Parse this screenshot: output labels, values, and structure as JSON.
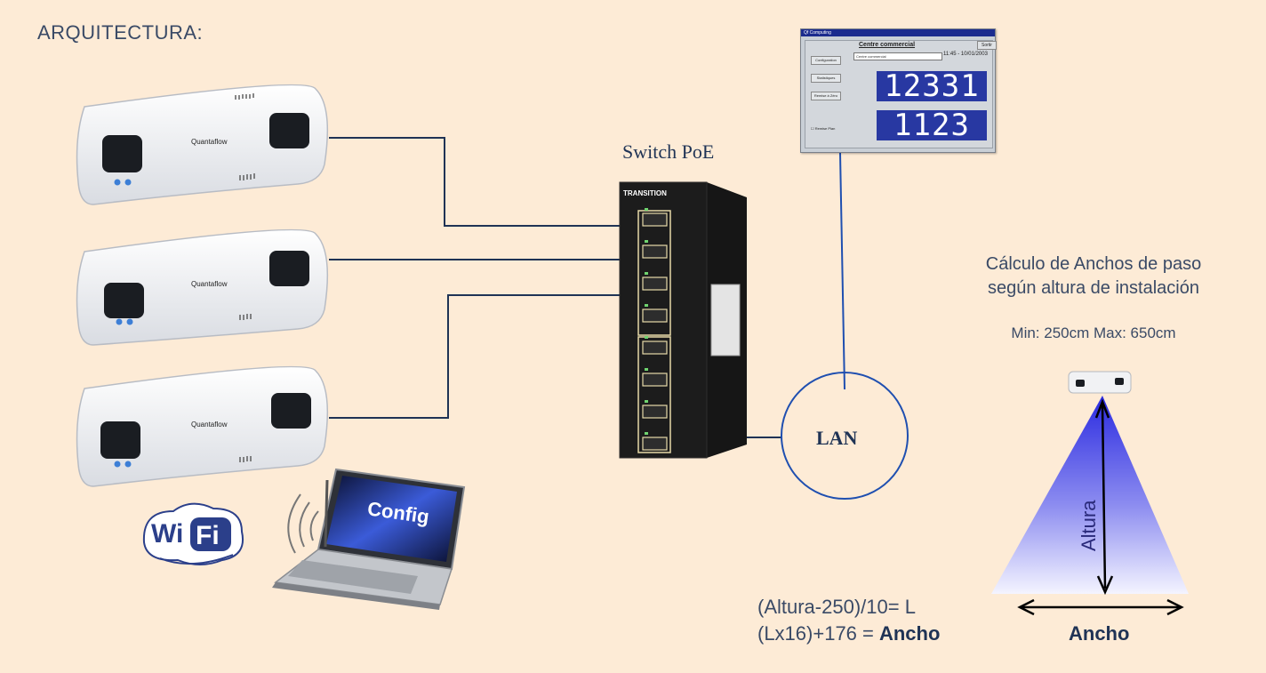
{
  "title": "ARQUITECTURA:",
  "switch": {
    "label": "Switch PoE",
    "brand": "TRANSITION",
    "port_count": 8
  },
  "lan": {
    "label": "LAN"
  },
  "sensors": [
    {
      "logo": "Quantaflow"
    },
    {
      "logo": "Quantaflow"
    },
    {
      "logo": "Quantaflow"
    }
  ],
  "wifi": {
    "left": "Wi",
    "right": "Fi"
  },
  "laptop": {
    "screen_text": "Config"
  },
  "monitor": {
    "window_title": "Qf Computing",
    "app_title": "Centre commercial",
    "exit_button": "Sortir",
    "buttons": [
      "Configuration",
      "Statistiques",
      "Remise à Zéro"
    ],
    "selector_value": "Centre commercial",
    "datetime": "11:45 - 10/01/2003",
    "count_in": "12331",
    "count_out": "1123",
    "checkbox_label": "Remise Plan"
  },
  "calculation": {
    "title_line1": "Cálculo de Anchos de paso",
    "title_line2": "según altura de instalación",
    "range": "Min: 250cm Max: 650cm",
    "height_label": "Altura",
    "width_label": "Ancho",
    "formula_line1": "(Altura-250)/10= L",
    "formula_line2_prefix": "(Lx16)+176 = ",
    "formula_line2_result": "Ancho"
  },
  "colors": {
    "background": "#fdebd6",
    "line": "#1f3355",
    "lan_circle": "#1f4fb0",
    "counter_bg": "#2838a2",
    "cone_top": "#2a2ae0"
  }
}
